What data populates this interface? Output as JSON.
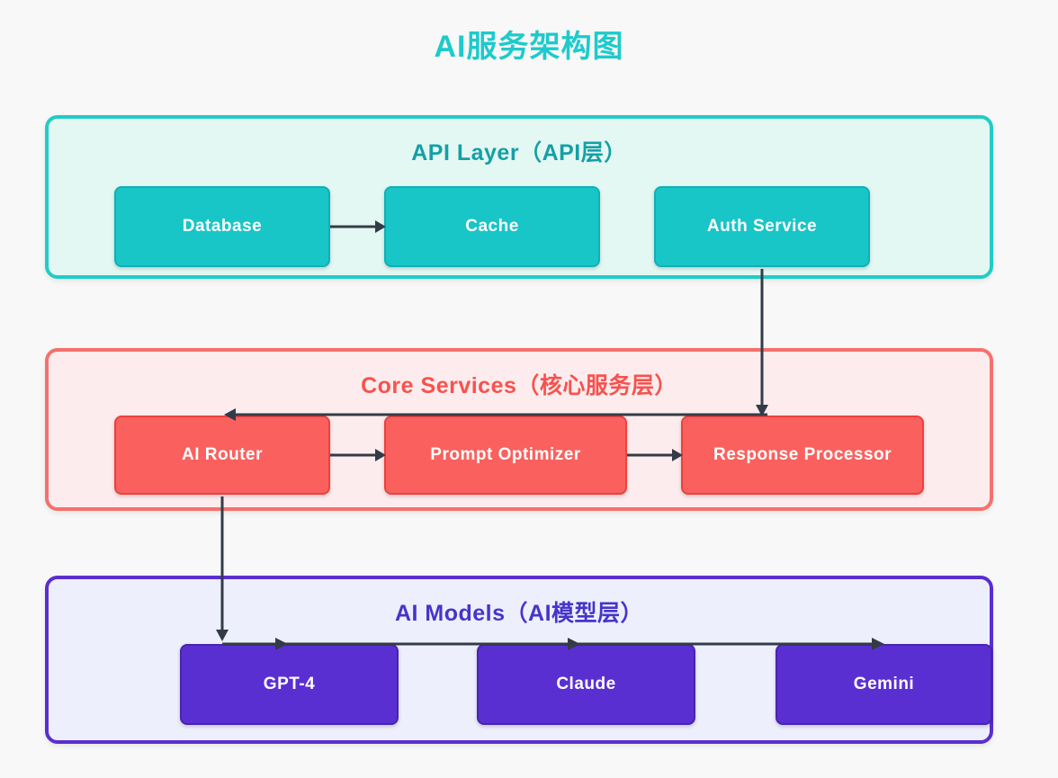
{
  "title": "AI服务架构图",
  "layers": [
    {
      "id": "api",
      "title": "API Layer（API层）",
      "accent_color": "#21ccc6",
      "background_color": "#e4f8f3",
      "node_color": "#18c5c7",
      "nodes": [
        {
          "label": "Database"
        },
        {
          "label": "Cache"
        },
        {
          "label": "Auth Service"
        }
      ]
    },
    {
      "id": "core",
      "title": "Core Services（核心服务层）",
      "accent_color": "#f4716d",
      "background_color": "#fdeced",
      "node_color": "#fa615e",
      "nodes": [
        {
          "label": "AI Router"
        },
        {
          "label": "Prompt Optimizer"
        },
        {
          "label": "Response Processor"
        }
      ]
    },
    {
      "id": "models",
      "title": "AI Models（AI模型层）",
      "accent_color": "#5a2ed0",
      "background_color": "#edeffc",
      "node_color": "#5a2fd2",
      "nodes": [
        {
          "label": "GPT-4"
        },
        {
          "label": "Claude"
        },
        {
          "label": "Gemini"
        }
      ]
    }
  ],
  "edges": [
    {
      "from": "Database",
      "to": "Cache"
    },
    {
      "from": "Auth Service",
      "to": "Response Processor"
    },
    {
      "from": "Response Processor",
      "to": "AI Router"
    },
    {
      "from": "AI Router",
      "to": "Prompt Optimizer"
    },
    {
      "from": "Prompt Optimizer",
      "to": "Response Processor"
    },
    {
      "from": "AI Router",
      "to": "GPT-4"
    },
    {
      "from": "AI Router",
      "to": "Claude"
    },
    {
      "from": "AI Router",
      "to": "Gemini"
    }
  ],
  "colors": {
    "page_background": "#f7f8f7",
    "title": "#1dcacc",
    "arrow": "#343b48",
    "node_text": "#ffffff"
  }
}
